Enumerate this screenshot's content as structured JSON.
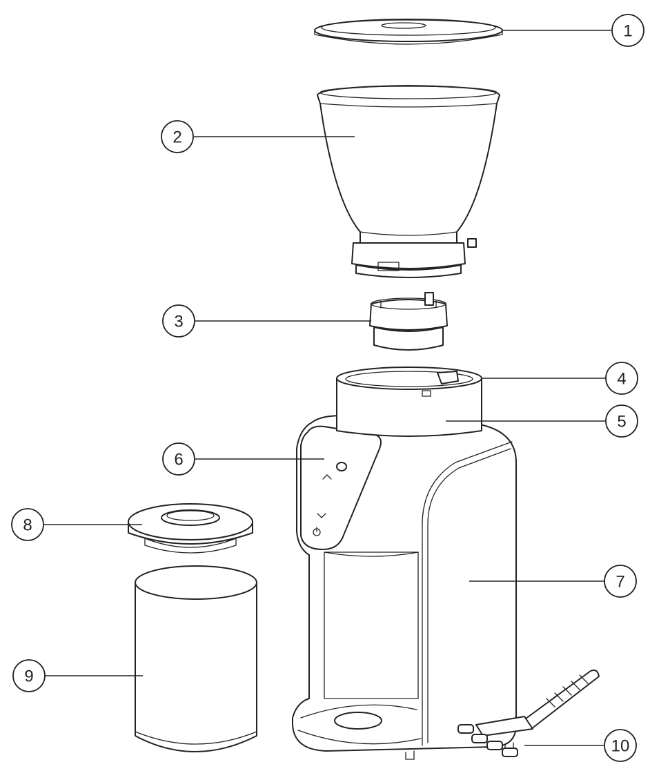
{
  "callouts": [
    {
      "id": 1,
      "label": "1"
    },
    {
      "id": 2,
      "label": "2"
    },
    {
      "id": 3,
      "label": "3"
    },
    {
      "id": 4,
      "label": "4"
    },
    {
      "id": 5,
      "label": "5"
    },
    {
      "id": 6,
      "label": "6"
    },
    {
      "id": 7,
      "label": "7"
    },
    {
      "id": 8,
      "label": "8"
    },
    {
      "id": 9,
      "label": "9"
    },
    {
      "id": 10,
      "label": "10"
    }
  ],
  "colors": {
    "line": "#222222",
    "background": "#ffffff"
  }
}
